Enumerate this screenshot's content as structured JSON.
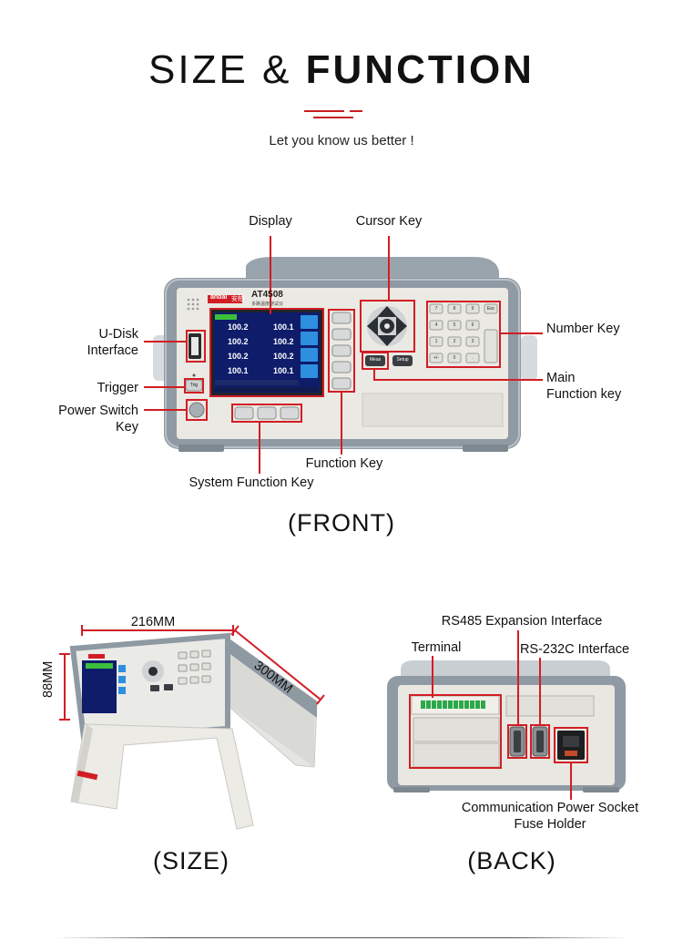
{
  "header": {
    "title_light": "SIZE &",
    "title_bold": "FUNCTION",
    "subtitle": "Let you know us better !"
  },
  "front": {
    "caption": "(FRONT)",
    "labels": {
      "display": "Display",
      "cursor_key": "Cursor Key",
      "number_key": "Number Key",
      "main_function_key_1": "Main",
      "main_function_key_2": "Function key",
      "udisk_1": "U-Disk",
      "udisk_2": "Interface",
      "trigger": "Trigger",
      "power_switch_1": "Power Switch",
      "power_switch_2": "Key",
      "function_key": "Function Key",
      "system_function_key": "System Function Key"
    },
    "device": {
      "brand": "anbai",
      "brand_cn": "安柏",
      "model": "AT4508",
      "model_sub": "多路温度测试仪",
      "screen_values": [
        "100.2",
        "100.1",
        "100.2",
        "100.2",
        "100.2",
        "100.2",
        "100.1",
        "100.1"
      ],
      "buttons": {
        "meas": "Meas",
        "setup": "Setup",
        "trig": "Trig",
        "esc": "Esc"
      },
      "keypad": [
        "7",
        "8",
        "9",
        "4",
        "5",
        "6",
        "1",
        "2",
        "3",
        "+/-",
        "0",
        "."
      ]
    }
  },
  "size": {
    "caption": "(SIZE)",
    "width": "216MM",
    "depth": "300MM",
    "height": "88MM"
  },
  "back": {
    "caption": "(BACK)",
    "labels": {
      "rs485": "RS485 Expansion Interface",
      "terminal": "Terminal",
      "rs232": "RS-232C Interface",
      "power_1": "Communication Power Socket",
      "power_2": "Fuse Holder"
    }
  },
  "colors": {
    "accent": "#d21d24",
    "body": "#ebe9e3",
    "bezel": "#8f9aa4",
    "screen": "#0e1c6a"
  }
}
